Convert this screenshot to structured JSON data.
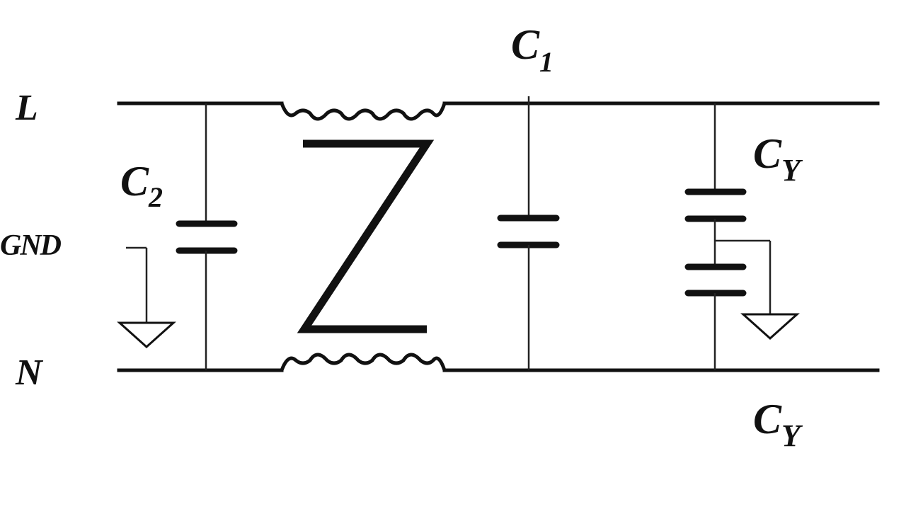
{
  "diagram": {
    "labels": {
      "line": "L",
      "neutral": "N",
      "ground": "GND",
      "cap_top_main": "C",
      "cap_top_sub": "1",
      "cap_left_main": "C",
      "cap_left_sub": "2",
      "cap_right_top_main": "C",
      "cap_right_top_sub": "Y",
      "cap_right_bottom_main": "C",
      "cap_right_bottom_sub": "Y"
    },
    "components": {
      "impedance_symbol": "Z"
    }
  }
}
